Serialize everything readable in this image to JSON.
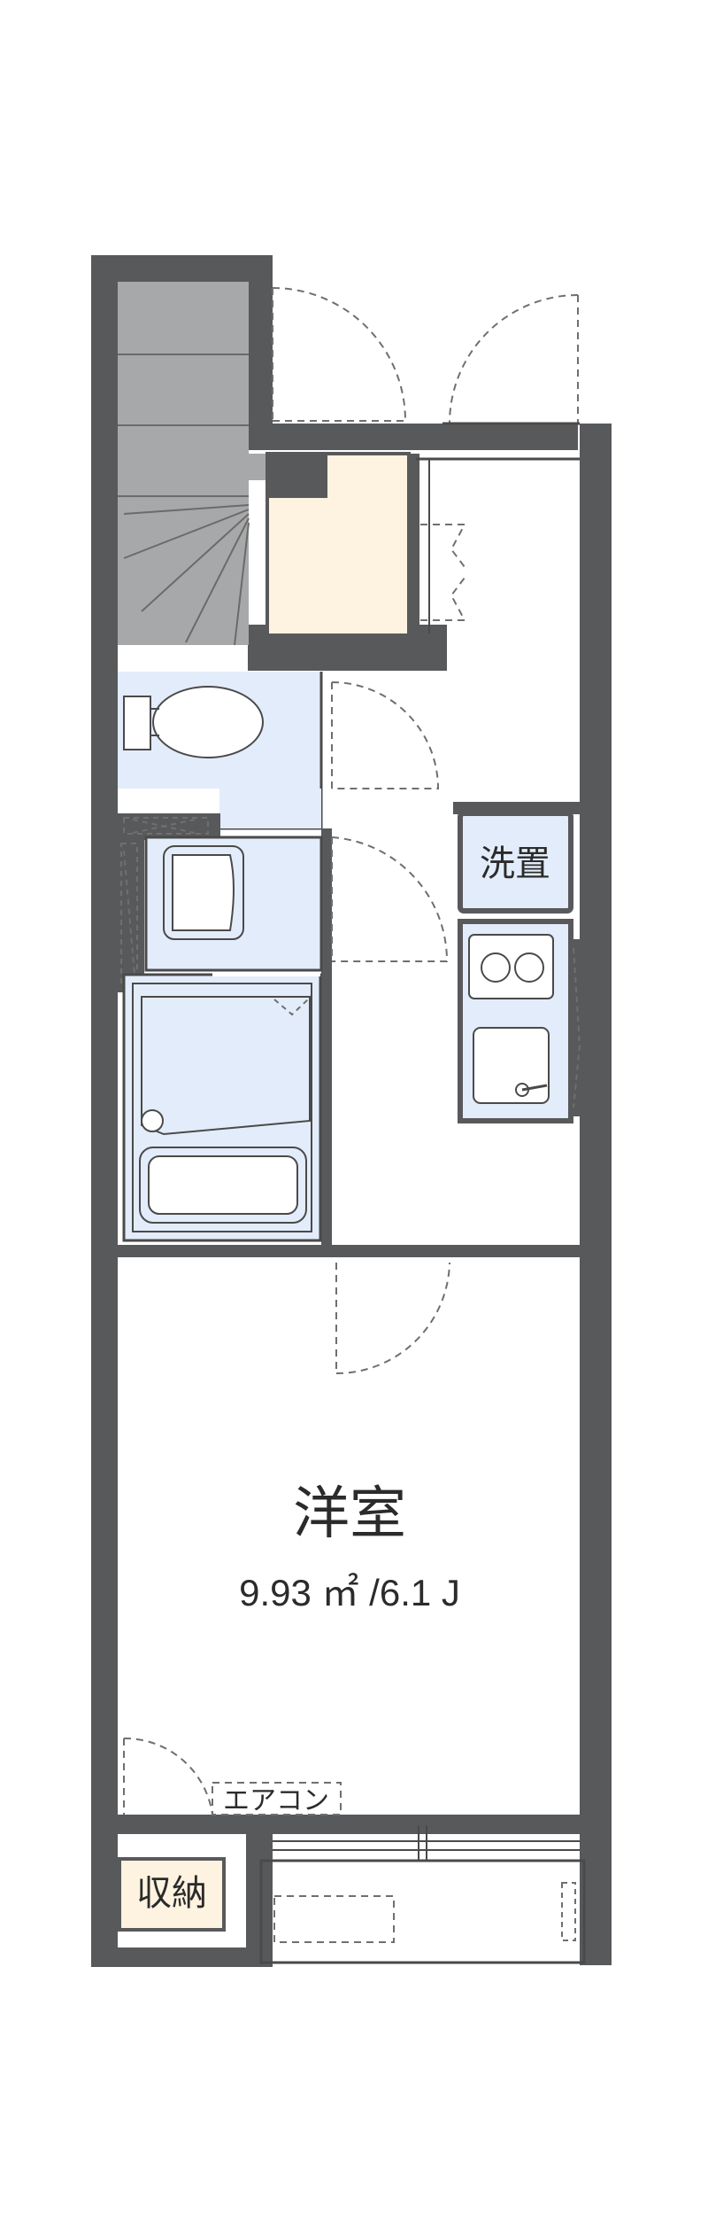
{
  "rooms": {
    "western_room": {
      "label": "洋室",
      "area": "9.93 ㎡ /6.1 J"
    },
    "washer_space": {
      "label": "洗置"
    },
    "storage": {
      "label": "収納"
    },
    "air_conditioner": {
      "label": "エアコン"
    }
  },
  "colors": {
    "wall": "#58595b",
    "stair": "#a7a8aa",
    "wet_area": "#e3ecfa",
    "storage_fill": "#fdf3e0",
    "line": "#4a4a4a",
    "dash": "#6f6f6f"
  }
}
